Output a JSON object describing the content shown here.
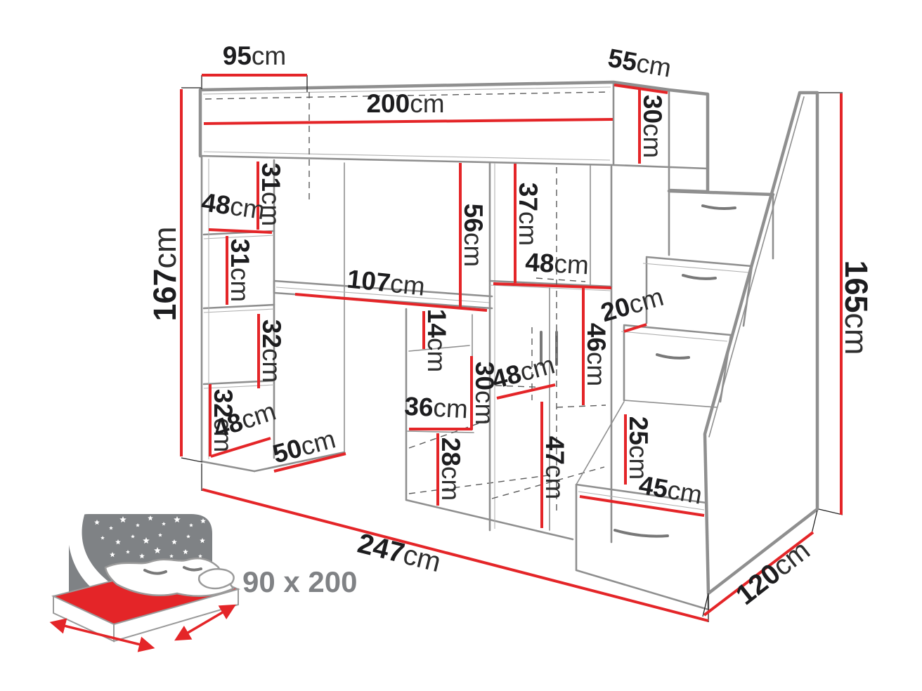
{
  "title": "Loft bed with desk, wardrobe and stair drawers - dimension diagram",
  "colors": {
    "dimension_red": "#e42528",
    "furniture_gray": "#8f8f8f",
    "label_ink": "#1d1d1f",
    "muted_label_gray": "#808285",
    "hidden_line_gray": "#5a5a5a",
    "background": "#ffffff"
  },
  "dims": {
    "overhang": {
      "value": "95",
      "unit": "cm"
    },
    "bed_length": {
      "value": "200",
      "unit": "cm"
    },
    "bed_top_depth": {
      "value": "55",
      "unit": "cm"
    },
    "bed_side_height": {
      "value": "30",
      "unit": "cm"
    },
    "left_height": {
      "value": "167",
      "unit": "cm"
    },
    "shelf_top": {
      "value": "31",
      "unit": "cm"
    },
    "shelf_width": {
      "value": "48",
      "unit": "cm"
    },
    "shelf_second": {
      "value": "31",
      "unit": "cm"
    },
    "shelf_third": {
      "value": "32",
      "unit": "cm"
    },
    "shelf_bottom": {
      "value": "32",
      "unit": "cm"
    },
    "base_depth_left": {
      "value": "48",
      "unit": "cm"
    },
    "base_depth_front": {
      "value": "50",
      "unit": "cm"
    },
    "desk_width": {
      "value": "107",
      "unit": "cm"
    },
    "desk_clearance": {
      "value": "56",
      "unit": "cm"
    },
    "top_compartment_height": {
      "value": "37",
      "unit": "cm"
    },
    "wardrobe_width": {
      "value": "48",
      "unit": "cm"
    },
    "desk_shelf_gap": {
      "value": "14",
      "unit": "cm"
    },
    "cabinet_compartment": {
      "value": "30",
      "unit": "cm"
    },
    "cabinet_width": {
      "value": "36",
      "unit": "cm"
    },
    "cabinet_lower": {
      "value": "28",
      "unit": "cm"
    },
    "wardrobe_depth": {
      "value": "48",
      "unit": "cm"
    },
    "wardrobe_door_height": {
      "value": "46",
      "unit": "cm"
    },
    "step_depth": {
      "value": "20",
      "unit": "cm"
    },
    "lower_compartment": {
      "value": "47",
      "unit": "cm"
    },
    "step_riser": {
      "value": "25",
      "unit": "cm"
    },
    "drawer_width": {
      "value": "45",
      "unit": "cm"
    },
    "total_width": {
      "value": "247",
      "unit": "cm"
    },
    "total_depth": {
      "value": "120",
      "unit": "cm"
    },
    "stairs_height": {
      "value": "165",
      "unit": "cm"
    }
  },
  "icon": {
    "mattress_label": "90 x 200"
  }
}
